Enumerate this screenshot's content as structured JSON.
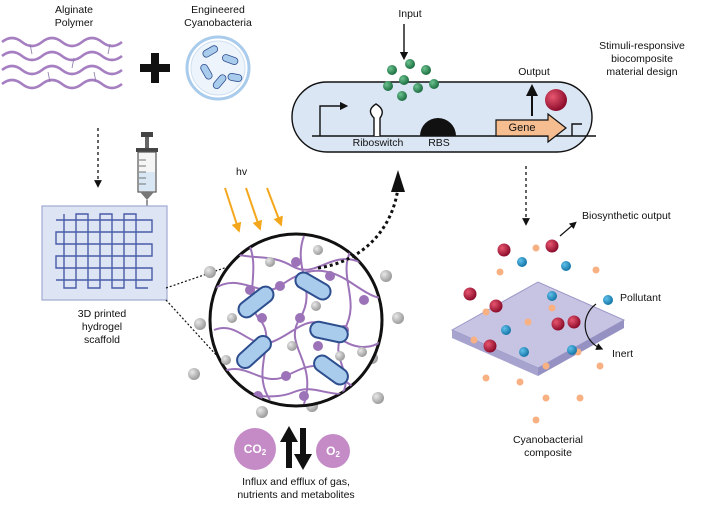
{
  "labels": {
    "alginate_line1": "Alginate",
    "alginate_line2": "Polymer",
    "cyano_line1": "Engineered",
    "cyano_line2": "Cyanobacteria",
    "input": "Input",
    "output": "Output",
    "stimuli_line1": "Stimuli-responsive",
    "stimuli_line2": "biocomposite",
    "stimuli_line3": "material design",
    "riboswitch": "Riboswitch",
    "rbs": "RBS",
    "gene": "Gene",
    "hv": "hv",
    "scaffold_line1": "3D printed",
    "scaffold_line2": "hydrogel",
    "scaffold_line3": "scaffold",
    "biosynthetic_output": "Biosynthetic output",
    "pollutant": "Pollutant",
    "inert": "Inert",
    "composite_line1": "Cyanobacterial",
    "composite_line2": "composite",
    "influx_line1": "Influx and efflux of gas,",
    "influx_line2": "nutrients and metabolites"
  },
  "gases": {
    "co2_main": "CO",
    "co2_sub": "2",
    "o2_main": "O",
    "o2_sub": "2"
  },
  "colors": {
    "polymer": "#a57fc1",
    "network_node": "#9c73b8",
    "cell_fill": "#a9cbec",
    "cell_edge": "#2e4f8f",
    "construct_fill": "#dbe6f4",
    "gene": "#f5bd90",
    "input_dots": "#2e8b57",
    "output_dot": "#b3123f",
    "light": "#f4a71d",
    "gas": "#c48bc7",
    "gray_particle": "#b9b9b9",
    "pollutant_dot": "#1e95c9",
    "inert_dot": "#f7b183",
    "sheet": "#c7c4e3"
  }
}
